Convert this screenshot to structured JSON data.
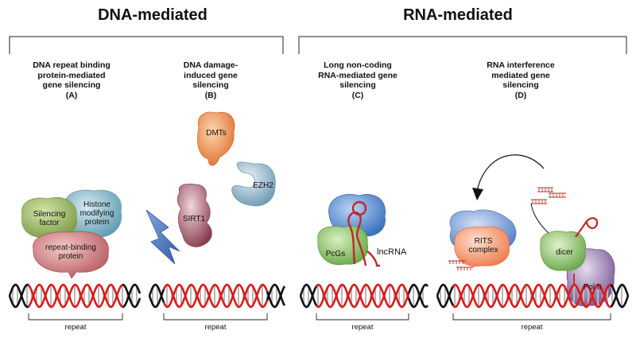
{
  "headers": {
    "dna": "DNA-mediated",
    "rna": "RNA-mediated"
  },
  "panels": {
    "a": {
      "title_l1": "DNA repeat binding",
      "title_l2": "protein-mediated",
      "title_l3": "gene silencing",
      "letter": "(A)"
    },
    "b": {
      "title_l1": "DNA damage-",
      "title_l2": "induced gene",
      "title_l3": "silencing",
      "letter": "(B)"
    },
    "c": {
      "title_l1": "Long non-coding",
      "title_l2": "RNA-mediated gene",
      "title_l3": "silencing",
      "letter": "(C)"
    },
    "d": {
      "title_l1": "RNA interference",
      "title_l2": "mediated gene",
      "title_l3": "silencing",
      "letter": "(D)"
    }
  },
  "labels": {
    "silencing_factor_l1": "Silencing",
    "silencing_factor_l2": "factor",
    "histone_l1": "Histone",
    "histone_l2": "modifying",
    "histone_l3": "protein",
    "repeat_binding_l1": "repeat-binding",
    "repeat_binding_l2": "protein",
    "dmts": "DMTs",
    "ezh2": "EZH2",
    "sirt1": "SIRT1",
    "pcgs": "PcGs",
    "lncrna": "lncRNA",
    "rits_l1": "RITS",
    "rits_l2": "complex",
    "dicer": "dicer",
    "pol2": "Pol II"
  },
  "repeat_label": "repeat",
  "colors": {
    "silencing_factor": "#9fb86a",
    "histone": "#8fbcc9",
    "repeat_binding": "#d98a8a",
    "dmts": "#f0a060",
    "ezh2": "#7fa8c0",
    "sirt1": "#a86070",
    "damage_bolt": "#4b74b8",
    "pcgs": "#8cc070",
    "pcgs_top": "#5b8ed0",
    "rits": "#f4a07a",
    "rits_top": "#88a8d8",
    "dicer": "#8cc070",
    "pol2": "#9a80b0",
    "rna_red": "#c0282a",
    "dna_strand": "#d81c1c"
  }
}
